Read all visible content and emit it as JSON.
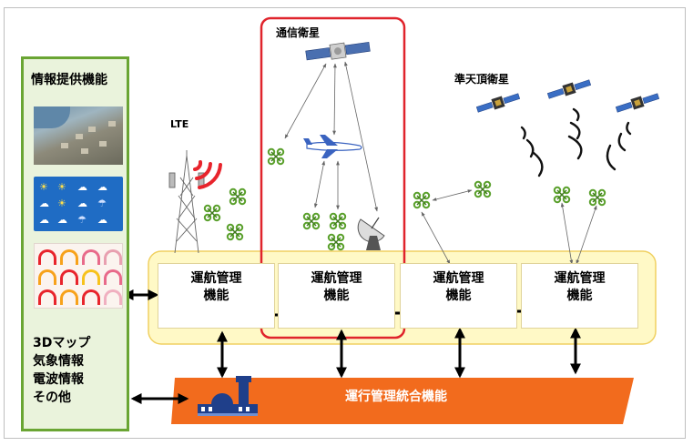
{
  "info_panel": {
    "title": "情報提供機能",
    "items": [
      "3Dマップ",
      "気象情報",
      "電波情報",
      "その他"
    ]
  },
  "labels": {
    "lte": "LTE",
    "comm_satellite": "通信衛星",
    "qzss": "準天頂衛星"
  },
  "nav_functions": [
    {
      "line1": "運航管理",
      "line2": "機能"
    },
    {
      "line1": "運航管理",
      "line2": "機能"
    },
    {
      "line1": "運航管理",
      "line2": "機能"
    },
    {
      "line1": "運航管理",
      "line2": "機能"
    }
  ],
  "integration": {
    "label": "運行管理統合機能"
  },
  "colors": {
    "panel_border": "#6aa533",
    "panel_fill": "#eaf3dc",
    "band_fill": "#fff9c6",
    "band_border": "#f0d060",
    "integration_fill": "#f26b1d",
    "highlight_border": "#e0242c",
    "drone": "#5aa02c",
    "signal_red": "#e8242c"
  },
  "icons": [
    "cell-tower-icon",
    "signal-wave-icon",
    "communication-satellite-icon",
    "airplane-icon",
    "drone-icon",
    "satellite-dish-icon",
    "qzss-satellite-icon",
    "control-tower-icon"
  ]
}
